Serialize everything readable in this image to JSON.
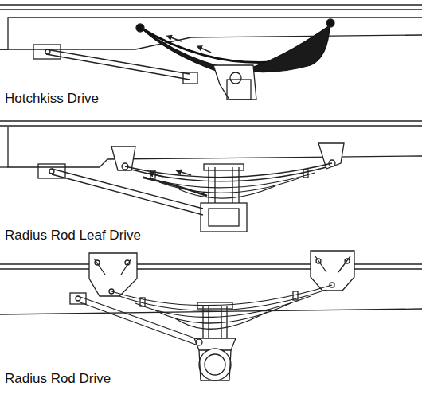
{
  "diagram": {
    "labels": [
      "Hotchkiss Drive",
      "Radius Rod Leaf Drive",
      "Radius Rod Drive"
    ]
  }
}
